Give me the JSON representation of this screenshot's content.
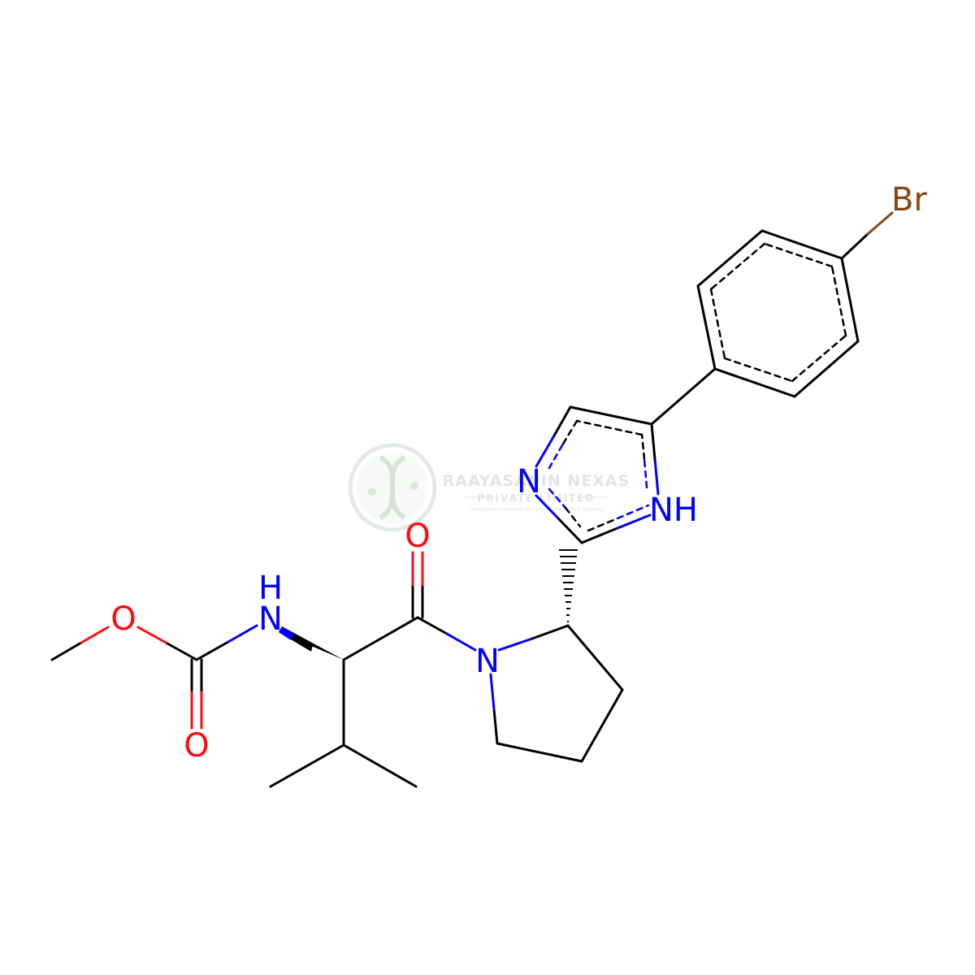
{
  "molecule": {
    "atoms": {
      "methoxy_o": "O",
      "carbonyl_o_1": "O",
      "amide_nh": "N",
      "amide_h": "H",
      "carbonyl_o_2": "O",
      "pyrrolidine_n": "N",
      "imidazole_n": "N",
      "imidazole_nh": "NH",
      "bromine": "Br"
    },
    "colors": {
      "bond": "#000000",
      "oxygen": "#ff0d0d",
      "nitrogen": "#0000ff",
      "bromine": "#8b4513",
      "watermark": "#c8d8c8"
    }
  },
  "watermark": {
    "title": "RAAYASANIN NEXAS",
    "subtitle": "PRIVATE LIMITED",
    "tagline": "Complete solutions for every chemist's journey",
    "icon": "dna-helix-logo"
  }
}
